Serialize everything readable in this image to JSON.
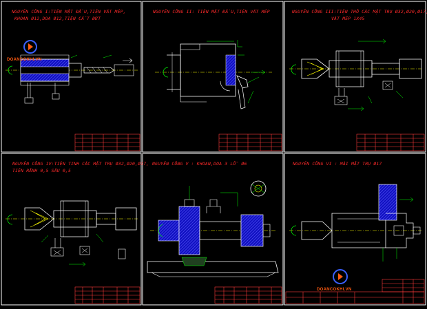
{
  "panels": [
    {
      "id": "p1",
      "title_lines": [
        "NGUYÊN CÔNG I:TIỆN MẶT ĐẦU,TIỆN VÁT MÉP,",
        "KHOAN Ø12,DOA Ø12,TIỆN CẮT ĐỨT"
      ]
    },
    {
      "id": "p2",
      "title_lines": [
        "NGUYÊN CÔNG II: TIỆN MẶT ĐẦU,TIỆN VÁT MÉP"
      ]
    },
    {
      "id": "p3",
      "title_lines": [
        "NGUYÊN CÔNG III:TIỆN THÔ CÁC MẶT TRỤ Ø32,Ø20,Ø17,",
        "VÁT MÉP 1X45"
      ]
    },
    {
      "id": "p4",
      "title_lines": [
        "NGUYÊN CÔNG IV:TIỆN TINH CÁC MẶT TRỤ Ø32,Ø20,Ø17,",
        "TIỆN RÃNH 0,5 SÂU 0,5"
      ]
    },
    {
      "id": "p5",
      "title_lines": [
        "NGUYÊN CÔNG V : KHOAN,DOA 3 LỖ Ø6"
      ]
    },
    {
      "id": "p6",
      "title_lines": [
        "NGUYÊN CÔNG VI : MÀI MẶT TRỤ Ø17"
      ]
    }
  ],
  "watermark": {
    "text": "DOANCOKHI.VN"
  },
  "colors": {
    "background": "#000000",
    "frame": "#ffffff",
    "title": "#ff2a2a",
    "part": "#ffffff",
    "hatch": "#2a2aff",
    "axis": "#ffff00",
    "dimension": "#00ff00",
    "tool": "#ffffff",
    "table": "#ff3a3a"
  }
}
